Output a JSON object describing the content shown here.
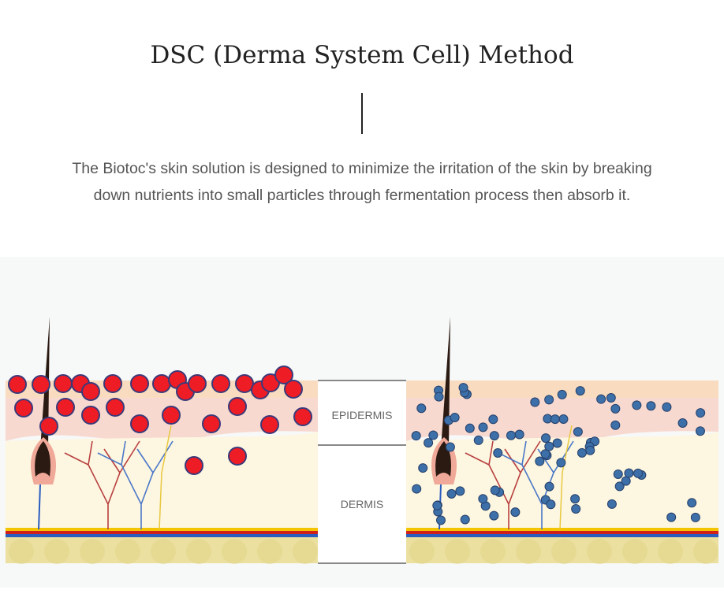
{
  "header": {
    "title": "DSC (Derma System Cell) Method",
    "description_line1": "The Biotoc's skin solution is designed to minimize the irritation of the skin by breaking",
    "description_line2": "down nutrients into small particles through fermentation process then absorb it."
  },
  "diagram": {
    "labels": {
      "epidermis": "EPIDERMIS",
      "dermis": "DERMIS"
    },
    "colors": {
      "large_particle": "#ee1c25",
      "small_particle": "#3d6fa8",
      "particle_outline": "#3a3a7a",
      "epidermis": "#f7d9d0",
      "dermis": "#fdf6e0",
      "fat": "#ebe0a0"
    }
  }
}
